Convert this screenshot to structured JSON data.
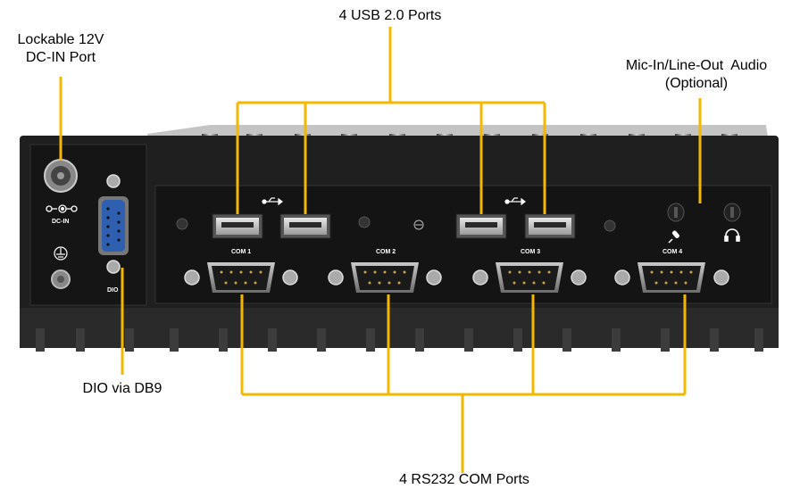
{
  "callouts": {
    "usb": "4 USB 2.0 Ports",
    "dc_in_line1": "Lockable 12V",
    "dc_in_line2": "DC-IN Port",
    "audio_line1": "Mic-In/Line-Out  Audio",
    "audio_line2": "(Optional)",
    "dio": "DIO via DB9",
    "com": "4 RS232 COM Ports"
  },
  "panel_labels": {
    "dc_in": "DC-IN",
    "dio": "DIO",
    "com1": "COM 1",
    "com2": "COM 2",
    "com3": "COM 3",
    "com4": "COM 4"
  },
  "colors": {
    "callout_line": "#f5b800",
    "chassis": "#1f1f1f",
    "db9_blue": "#2f5fb0"
  },
  "icons": [
    "usb-icon",
    "ground-icon",
    "microphone-icon",
    "headphone-icon",
    "dc-polarity-icon"
  ]
}
